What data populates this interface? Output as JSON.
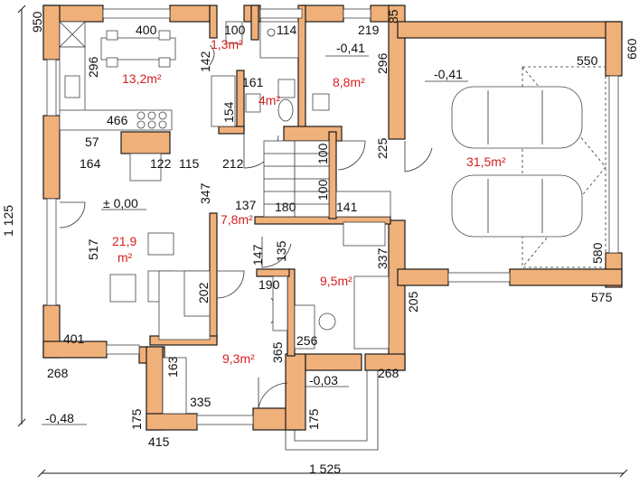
{
  "areas": {
    "kitchen": "13,2m²",
    "wc": "1,3m²",
    "bath": "4m²",
    "boiler": "8,8m²",
    "garage": "31,5m²",
    "living_l1": "21,9",
    "living_l2": "m²",
    "hall": "7,8m²",
    "bedroom": "9,5m²",
    "study": "9,3m²"
  },
  "levels": {
    "living": "± 0,00",
    "boiler": "-0,41",
    "garage": "-0,41",
    "entrance": "-0,03",
    "ground": "-0,48"
  },
  "dims": {
    "d950": "950",
    "d400": "400",
    "d100": "100",
    "d114": "114",
    "d219": "219",
    "d85": "85",
    "d660": "660",
    "d550": "550",
    "d296a": "296",
    "d142": "142",
    "d296b": "296",
    "d161": "161",
    "d466": "466",
    "d154": "154",
    "d57": "57",
    "d164": "164",
    "d122": "122",
    "d115": "115",
    "d212": "212",
    "d100b": "100",
    "d225": "225",
    "d347": "347",
    "d100c": "100",
    "d137": "137",
    "d180": "180",
    "d141": "141",
    "d1125": "1 125",
    "d517": "517",
    "d147": "147",
    "d135": "135",
    "d337": "337",
    "d580": "580",
    "d575": "575",
    "d190": "190",
    "d202": "202",
    "d205": "205",
    "d401": "401",
    "d365": "365",
    "d256": "256",
    "d268a": "268",
    "d268b": "268",
    "d163": "163",
    "d335": "335",
    "d175a": "175",
    "d175b": "175",
    "d415": "415",
    "d1525": "1 525"
  }
}
